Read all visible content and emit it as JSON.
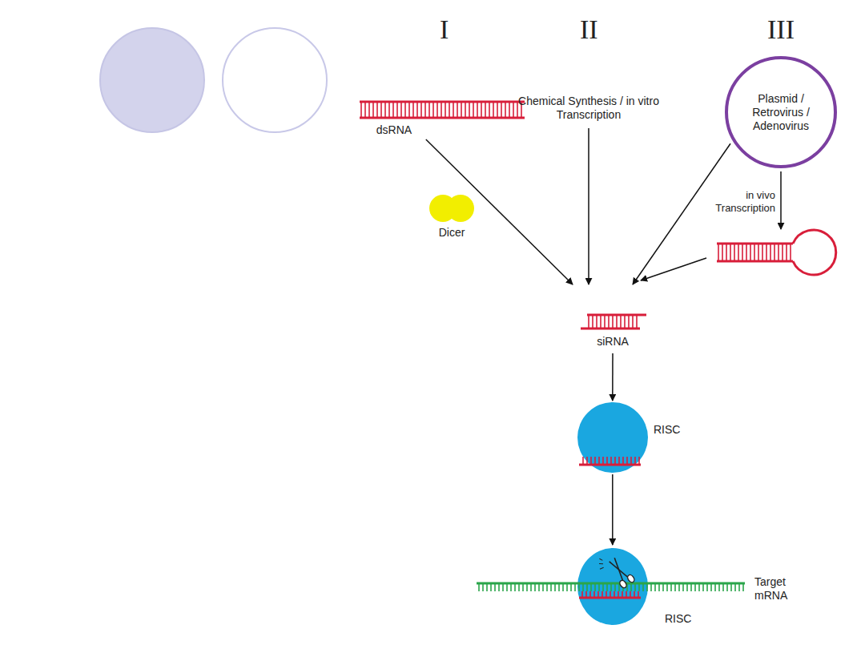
{
  "diagram": {
    "nodes": [
      {
        "text": [
          "dsRNA"
        ]
      },
      {
        "text": [
          "Chemical Synthesis / in vitro Transcription"
        ]
      },
      {
        "text": [
          "Plasmid / Retrovirus / Adenovirus"
        ]
      },
      {
        "text": [
          "Dicer"
        ]
      },
      {
        "text": [
          "siRNA"
        ]
      },
      {
        "text": [
          "RISC"
        ]
      },
      {
        "text": [
          "RISC"
        ]
      }
    ],
    "edges": [
      {
        "from": 0,
        "to": 4,
        "arrow": "to"
      },
      {
        "from": 1,
        "to": 4,
        "arrow": "to"
      },
      {
        "from": 2,
        "to": 4,
        "arrow": "to"
      },
      {
        "from": 4,
        "to": 5,
        "arrow": "to"
      },
      {
        "from": 5,
        "to": 6,
        "arrow": "to"
      }
    ],
    "labels": [
      "I",
      "II",
      "III",
      "in vivo Transcription",
      "Target mRNA"
    ]
  }
}
